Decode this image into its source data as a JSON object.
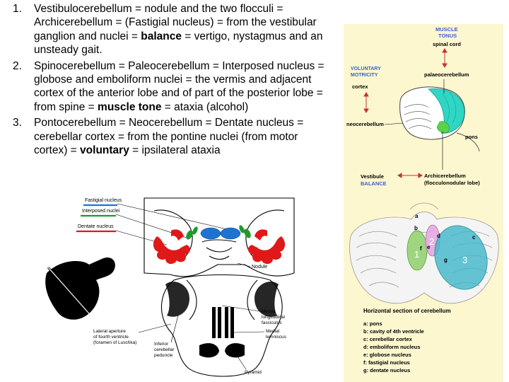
{
  "points": [
    {
      "num": "1.",
      "pre": "Vestibulocerebellum = nodule and the two flocculi = Archicerebellum = (Fastigial nucleus) = from the vestibular ganglion and nuclei = ",
      "bold": "balance",
      "post": " = vertigo, nystagmus and an unsteady gait."
    },
    {
      "num": "2.",
      "pre": "Spinocerebellum = Paleocerebellum = Interposed nucleus = globose and emboliform nuclei = the vermis and adjacent cortex of the anterior lobe and of part of the posterior lobe = from spine = ",
      "bold": "muscle tone",
      "post": " = ataxia (alcohol)"
    },
    {
      "num": "3.",
      "pre": "Pontocerebellum = Neocerebellum = Dentate nucleus = cerebellar cortex = from the pontine nuclei (from motor cortex) = ",
      "bold": "voluntary",
      "post": " = ipsilateral ataxia"
    }
  ],
  "left_figure": {
    "legend": {
      "fastigial": "Fastigial nucleus",
      "interposed": "Interposed nuclei",
      "dentate": "Dentate nucleus"
    },
    "labels": {
      "nodule": "Nodule",
      "mlf_1": "Medial",
      "mlf_2": "longitudinal",
      "mlf_3": "fasciculus",
      "ml_1": "Medial",
      "ml_2": "lemniscus",
      "la_1": "Lateral aperture",
      "la_2": "of fourth ventricle",
      "la_3": "(foramen of Luschka)",
      "icp_1": "Inferior",
      "icp_2": "cerebellar",
      "icp_3": "peduncle",
      "pyramid": "Pyramid"
    },
    "colors": {
      "fastigial": "#1e73d2",
      "interposed": "#1e9a2a",
      "dentate": "#e01818"
    }
  },
  "right_figure": {
    "top_labels": {
      "muscle": "MUSCLE",
      "tonus": "TONUS",
      "spinal_cord": "spinal cord",
      "voluntary": "VOLUNTARY",
      "motricity": "MOTRICITY",
      "cortex": "cortex",
      "palaeo": "palaeocerebellum",
      "neo": "neocerebellum",
      "pons": "pons",
      "vestibule": "Vestibule",
      "balance": "BALANCE",
      "archi_1": "Archicerebellum",
      "archi_2": "(flocculonodular lobe)"
    },
    "section_letters": {
      "a": "a",
      "b": "b",
      "c": "c",
      "d": "d",
      "e": "e",
      "f": "f",
      "g": "g"
    },
    "region_numbers": {
      "one": "1",
      "two": "2",
      "three": "3"
    },
    "caption": "Horizontal section of cerebellum",
    "key": [
      "a: pons",
      "b: cavity of 4th ventricle",
      "c: cerebellar cortex",
      "d: emboliform nucleus",
      "e: globose nucleus",
      "f: fastigial nucleus",
      "g: dentate nucleus"
    ],
    "colors": {
      "blue_label": "#3b5fd0",
      "cyan": "#2fd6c4",
      "green": "#8ed06b",
      "pink": "#e6a8e0",
      "teal": "#3fb7c9"
    }
  }
}
